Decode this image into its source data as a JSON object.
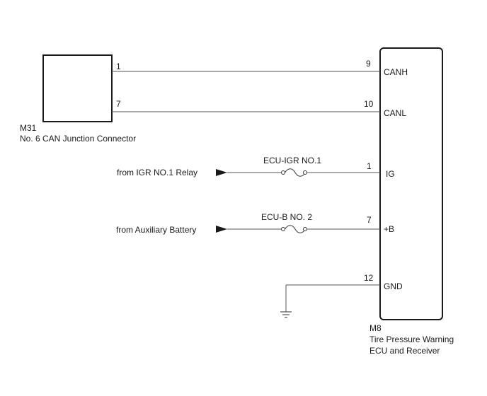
{
  "connector_m31": {
    "code": "M31",
    "name": "No. 6 CAN Junction Connector",
    "pins": [
      "1",
      "7"
    ]
  },
  "ecu_m8": {
    "code": "M8",
    "name_line1": "Tire Pressure Warning",
    "name_line2": "ECU and Receiver",
    "pins": [
      {
        "num": "9",
        "signal": "CANH"
      },
      {
        "num": "10",
        "signal": "CANL"
      },
      {
        "num": "1",
        "signal": "IG"
      },
      {
        "num": "7",
        "signal": "+B"
      },
      {
        "num": "12",
        "signal": "GND"
      }
    ]
  },
  "sources": {
    "igr_relay": "from IGR NO.1 Relay",
    "aux_battery": "from Auxiliary Battery"
  },
  "fuses": {
    "ecu_igr": "ECU-IGR NO.1",
    "ecu_b": "ECU-B NO. 2"
  }
}
